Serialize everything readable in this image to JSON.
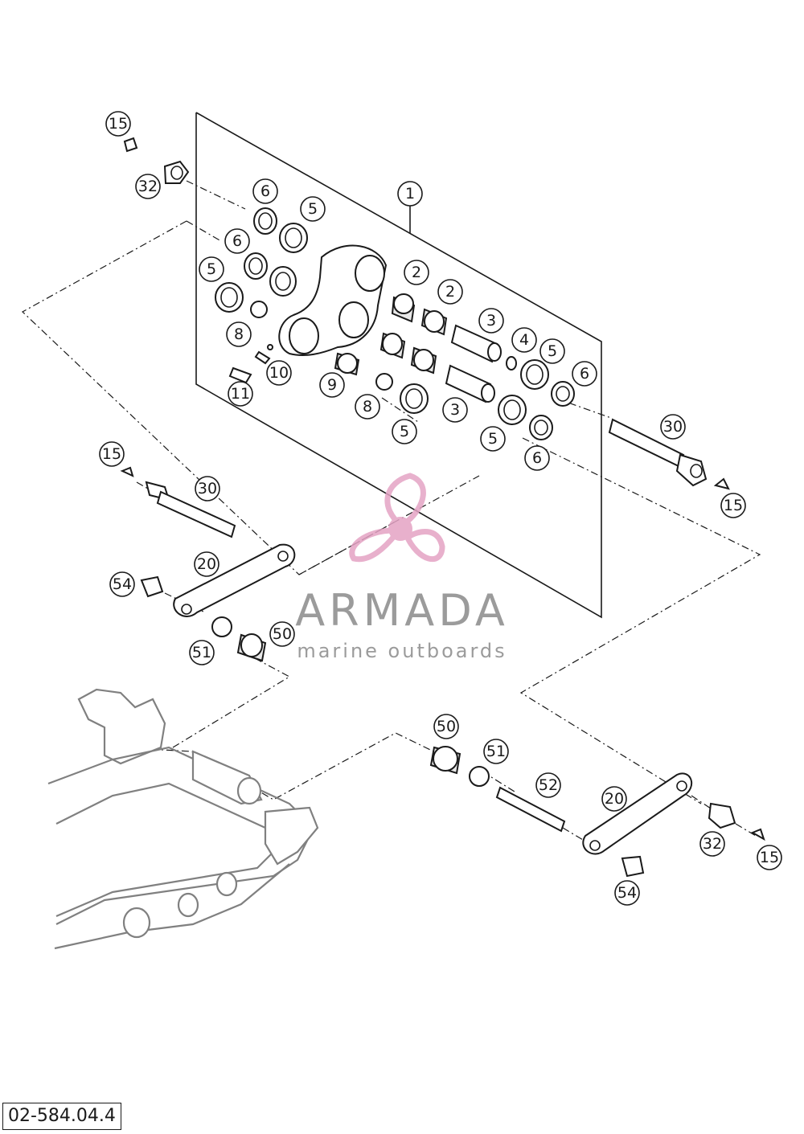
{
  "diagram_code": "02-584.04.4",
  "watermark": {
    "brand": "ARMADA",
    "tagline": "marine outboards",
    "logo_color": "#e4a3c4"
  },
  "callouts": {
    "c1": "1",
    "c2a": "2",
    "c2b": "2",
    "c3a": "3",
    "c3b": "3",
    "c4": "4",
    "c5a": "5",
    "c5b": "5",
    "c5c": "5",
    "c5d": "5",
    "c5e": "5",
    "c6a": "6",
    "c6b": "6",
    "c6c": "6",
    "c6d": "6",
    "c8a": "8",
    "c8b": "8",
    "c9": "9",
    "c10": "10",
    "c11": "11",
    "c15a": "15",
    "c15b": "15",
    "c15c": "15",
    "c15d": "15",
    "c20a": "20",
    "c20b": "20",
    "c30a": "30",
    "c30b": "30",
    "c32a": "32",
    "c32b": "32",
    "c50a": "50",
    "c50b": "50",
    "c51a": "51",
    "c51b": "51",
    "c52": "52",
    "c54a": "54",
    "c54b": "54"
  }
}
